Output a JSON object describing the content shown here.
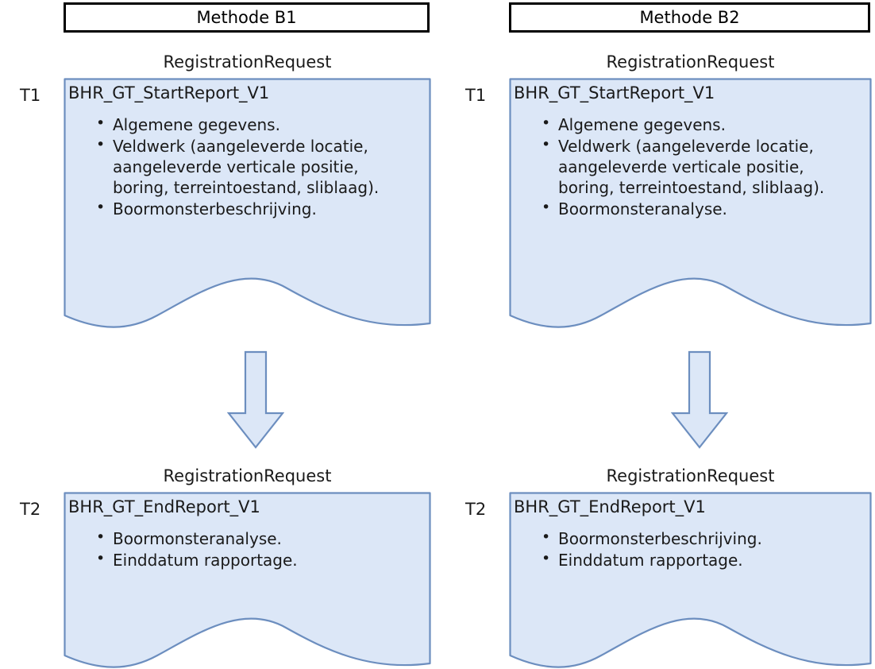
{
  "colors": {
    "doc_fill": "#DCE7F7",
    "doc_stroke": "#6C8EBF",
    "header_stroke": "#000000",
    "arrow_fill": "#DCE7F7",
    "arrow_stroke": "#6C8EBF",
    "text": "#1A1A1A"
  },
  "columns": [
    {
      "id": "b1",
      "header": "Methode B1",
      "steps": [
        {
          "time_label": "T1",
          "caption": "RegistrationRequest",
          "title": "BHR_GT_StartReport_V1",
          "items": [
            "Algemene gegevens.",
            "Veldwerk (aangeleverde locatie, aangeleverde verticale positie, boring, terreintoestand, sliblaag).",
            "Boormonsterbeschrijving."
          ]
        },
        {
          "time_label": "T2",
          "caption": "RegistrationRequest",
          "title": "BHR_GT_EndReport_V1",
          "items": [
            "Boormonsteranalyse.",
            "Einddatum rapportage."
          ]
        }
      ],
      "arrow": "down-arrow"
    },
    {
      "id": "b2",
      "header": "Methode B2",
      "steps": [
        {
          "time_label": "T1",
          "caption": "RegistrationRequest",
          "title": "BHR_GT_StartReport_V1",
          "items": [
            "Algemene gegevens.",
            "Veldwerk (aangeleverde locatie, aangeleverde verticale positie, boring, terreintoestand, sliblaag).",
            "Boormonsteranalyse."
          ]
        },
        {
          "time_label": "T2",
          "caption": "RegistrationRequest",
          "title": "BHR_GT_EndReport_V1",
          "items": [
            "Boormonsterbeschrijving.",
            "Einddatum rapportage."
          ]
        }
      ],
      "arrow": "down-arrow"
    }
  ]
}
